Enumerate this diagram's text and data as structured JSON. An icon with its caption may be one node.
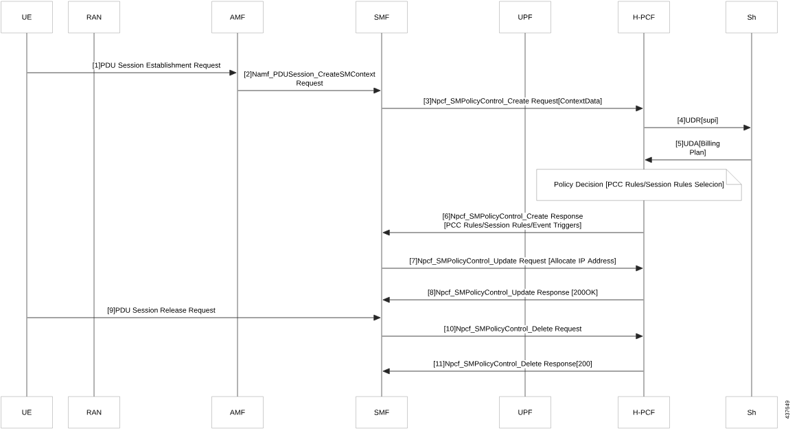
{
  "diagram": {
    "nodes": [
      {
        "text": [
          "UE"
        ]
      },
      {
        "text": [
          "RAN"
        ]
      },
      {
        "text": [
          "AMF"
        ]
      },
      {
        "text": [
          "SMF"
        ]
      },
      {
        "text": [
          "UPF"
        ]
      },
      {
        "text": [
          "H-PCF"
        ]
      },
      {
        "text": [
          "Sh"
        ]
      },
      {
        "text": [],
        "shape": "bar"
      },
      {
        "text": [],
        "shape": "bar"
      },
      {
        "text": [],
        "shape": "bar"
      },
      {
        "text": [],
        "shape": "bar"
      },
      {
        "text": [],
        "shape": "bar"
      },
      {
        "text": [],
        "shape": "bar"
      },
      {
        "text": [],
        "shape": "bar"
      },
      {
        "text": [
          "Policy Decision [PCC Rules/Session Rules Selecion]"
        ]
      },
      {
        "text": [
          "UE"
        ]
      },
      {
        "text": [
          "RAN"
        ]
      },
      {
        "text": [
          "AMF"
        ]
      },
      {
        "text": [
          "SMF"
        ]
      },
      {
        "text": [
          "UPF"
        ]
      },
      {
        "text": [
          "H-PCF"
        ]
      },
      {
        "text": [
          "Sh"
        ]
      }
    ],
    "edges": [
      {
        "from": 7,
        "to": 9,
        "arrow": "to",
        "label": "[1]PDU Session Establishment Request"
      },
      {
        "from": 9,
        "to": 10,
        "arrow": "to",
        "label": "[2]Namf_PDUSession_CreateSMContext Request"
      },
      {
        "from": 10,
        "to": 12,
        "arrow": "to",
        "label": "[3]Npcf_SMPolicyControl_Create Request[ContextData]"
      },
      {
        "from": 12,
        "to": 13,
        "arrow": "to",
        "label": "[4]UDR[supi]"
      },
      {
        "from": 13,
        "to": 12,
        "arrow": "to",
        "label": "[5]UDA[Billing Plan]"
      },
      {
        "from": 12,
        "to": 10,
        "arrow": "to",
        "label": "[6]Npcf_SMPolicyControl_Create Response [PCC Rules/Session Rules/Event Triggers]"
      },
      {
        "from": 10,
        "to": 12,
        "arrow": "to",
        "label": "[7]Npcf_SMPolicyControl_Update Request [Allocate IP Address]"
      },
      {
        "from": 12,
        "to": 10,
        "arrow": "to",
        "label": "[8]Npcf_SMPolicyControl_Update Response [200OK]"
      },
      {
        "from": 7,
        "to": 10,
        "arrow": "to",
        "label": "[9]PDU Session Release Request"
      },
      {
        "from": 10,
        "to": 12,
        "arrow": "to",
        "label": "[10]Npcf_SMPolicyControl_Delete Request"
      },
      {
        "from": 12,
        "to": 10,
        "arrow": "to",
        "label": "[11]Npcf_SMPolicyControl_Delete Response[200]"
      }
    ],
    "labels": [
      "437649"
    ]
  }
}
